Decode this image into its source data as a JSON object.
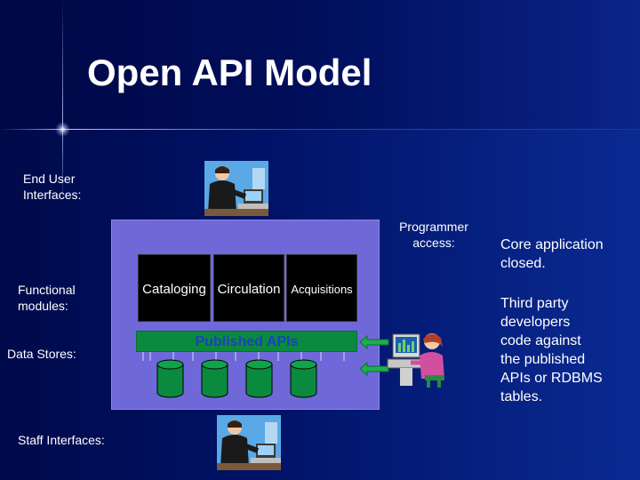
{
  "title": "Open API Model",
  "labels": {
    "end_user_interfaces": [
      "End User",
      "Interfaces:"
    ],
    "programmer_access": [
      "Programmer",
      "access:"
    ],
    "functional_modules": [
      "Functional",
      "modules:"
    ],
    "data_stores": "Data Stores:",
    "staff_interfaces": "Staff Interfaces:"
  },
  "modules": [
    "Cataloging",
    "Circulation",
    "Acquisitions"
  ],
  "published_apis": "Published APIs",
  "bullets": [
    [
      "Core application",
      "closed."
    ],
    [
      "Third party",
      "developers",
      "code against",
      "the published",
      "APIs or RDBMS",
      "tables."
    ]
  ],
  "colors": {
    "background": "#001266",
    "core_box": "#6f68d8",
    "module_box": "#000000",
    "api_bar": "#0a8a3e",
    "api_text": "#1f3fbf",
    "database": "#0a8a3e"
  }
}
